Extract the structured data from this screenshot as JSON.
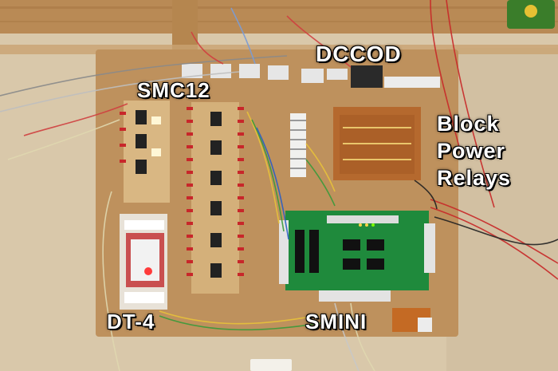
{
  "photo": {
    "labels": {
      "dccod": "DCCOD",
      "smc12": "SMC12",
      "block_power_relays": [
        "Block",
        "Power",
        "Relays"
      ],
      "dt4": "DT-4",
      "smini": "SMINI"
    }
  }
}
